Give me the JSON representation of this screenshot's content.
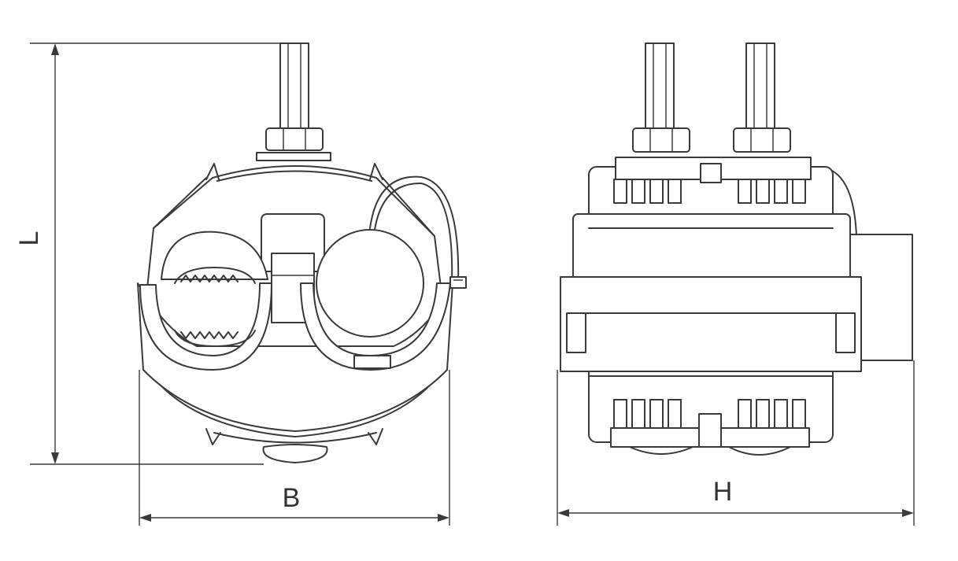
{
  "dimensions": {
    "length_label": "L",
    "width_label": "B",
    "height_label": "H"
  },
  "colors": {
    "line": "#3a3a3a",
    "background": "#ffffff"
  }
}
